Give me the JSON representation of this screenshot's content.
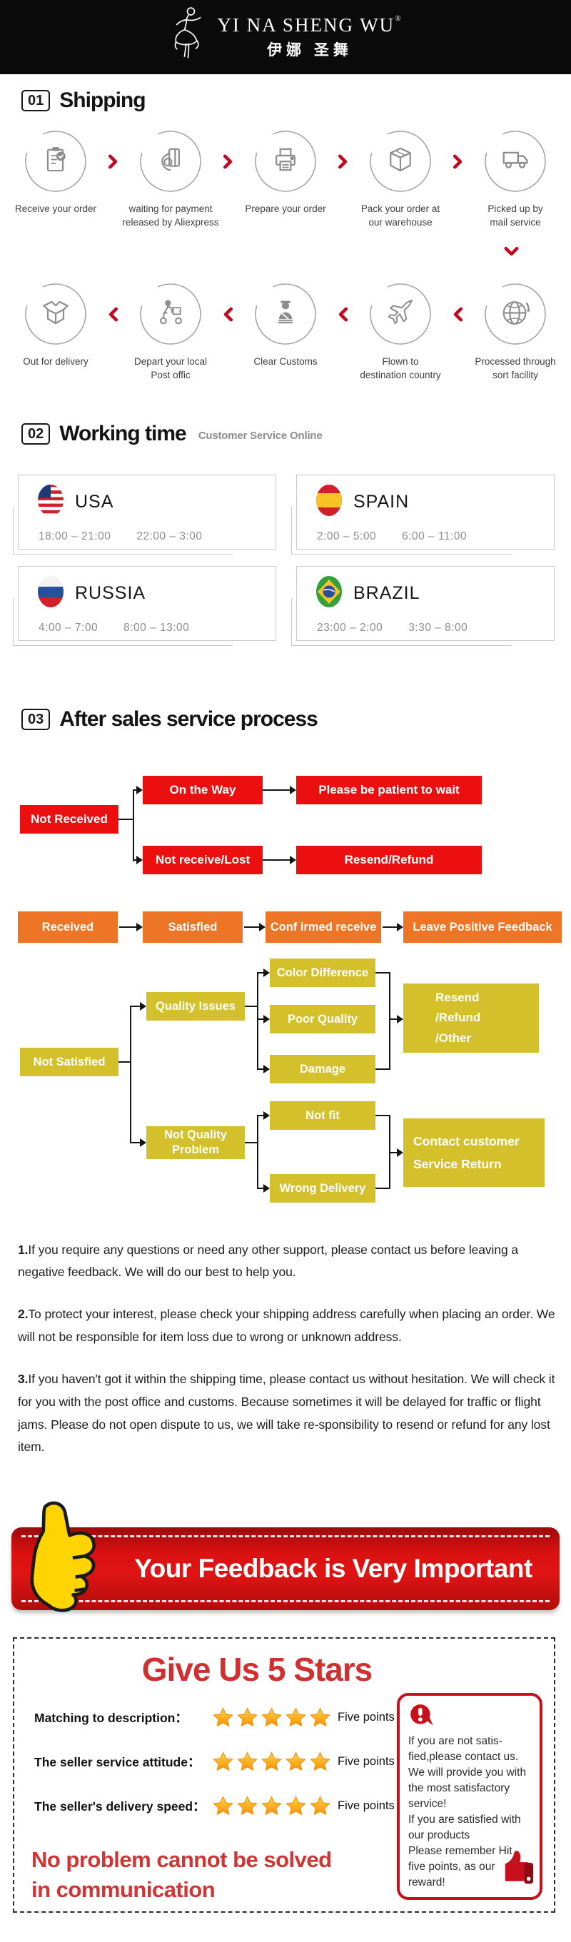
{
  "header": {
    "brand": "YI NA SHENG WU",
    "reg": "®",
    "brand_cn": "伊娜 圣舞"
  },
  "shipping": {
    "num": "01",
    "title": "Shipping",
    "row1": [
      "Receive your order",
      "waiting for payment\nreleased by Aliexpress",
      "Prepare your order",
      "Pack your order at\nour warehouse",
      "Picked up by\nmail service"
    ],
    "row2": [
      "Out for delivery",
      "Depart your local\nPost offic",
      "Clear Customs",
      "Flown to\ndestination country",
      "Processed through\nsort facility"
    ]
  },
  "working_time": {
    "num": "02",
    "title": "Working time",
    "subtitle": "Customer Service Online",
    "countries": [
      {
        "name": "USA",
        "time1": "18:00 – 21:00",
        "time2": "22:00 – 3:00"
      },
      {
        "name": "SPAIN",
        "time1": "2:00 – 5:00",
        "time2": "6:00 – 11:00"
      },
      {
        "name": "RUSSIA",
        "time1": "4:00 – 7:00",
        "time2": "8:00 – 13:00"
      },
      {
        "name": "BRAZIL",
        "time1": "23:00 – 2:00",
        "time2": "3:30 – 8:00"
      }
    ]
  },
  "after_sales": {
    "num": "03",
    "title": "After sales service process",
    "flow_red": {
      "root": "Not Received",
      "top_mid": "On the Way",
      "top_end": "Please be patient to wait",
      "bottom_mid": "Not receive/Lost",
      "bottom_end": "Resend/Refund"
    },
    "flow_orange": {
      "steps": [
        "Received",
        "Satisfied",
        "Conf irmed receive",
        "Leave Positive Feedback"
      ]
    },
    "flow_yellow": {
      "root": "Not Satisfied",
      "quality_mid": "Quality Issues",
      "quality_leaves": [
        "Color Difference",
        "Poor Quality",
        "Damage"
      ],
      "quality_end": "Resend\n/Refund\n/Other",
      "notquality_mid": "Not Quality\nProblem",
      "notquality_leaves": [
        "Not fit",
        "Wrong Delivery"
      ],
      "notquality_end": "Contact customer\nService Return"
    }
  },
  "notes": [
    {
      "num": "1.",
      "text": "If you require any questions or need any other support, please contact us before leaving a negative feedback. We will do our best to help you."
    },
    {
      "num": "2.",
      "text": "To protect your interest, please check your shipping address carefully when placing an order. We will not be responsible for item loss due to wrong or unknown address."
    },
    {
      "num": "3.",
      "text": "If you haven't got it within the shipping time, please contact us without hesitation. We will check it for you with the post office and customs. Because sometimes it will be delayed for traffic or flight jams. Please do not open dispute to us, we will take re-sponsibility to resend or refund for any lost item."
    }
  ],
  "banner": {
    "text": "Your Feedback is Very Important"
  },
  "stars_section": {
    "title": "Give Us 5 Stars",
    "rows": [
      {
        "label": "Matching to description：",
        "points": "Five points"
      },
      {
        "label": "The seller service attitude：",
        "points": "Five points"
      },
      {
        "label": "The seller's delivery speed：",
        "points": "Five points"
      }
    ],
    "notice": "If you are not satis-\nfied,please contact us.\nWe will provide you with\nthe most satisfactory\nservice!\nIf you are satisfied with\nour products\nPlease remember Hit\nfive points, as our\nreward!",
    "bottom": "No problem cannot be solved\n in communication"
  },
  "colors": {
    "accent_red": "#c20b20",
    "flow_red": "#ec0f0f",
    "flow_orange": "#ee7526",
    "flow_yellow": "#d3c02a",
    "banner_red": "#d91111",
    "star_orange": "#ff9000",
    "title_red": "#d03030"
  }
}
